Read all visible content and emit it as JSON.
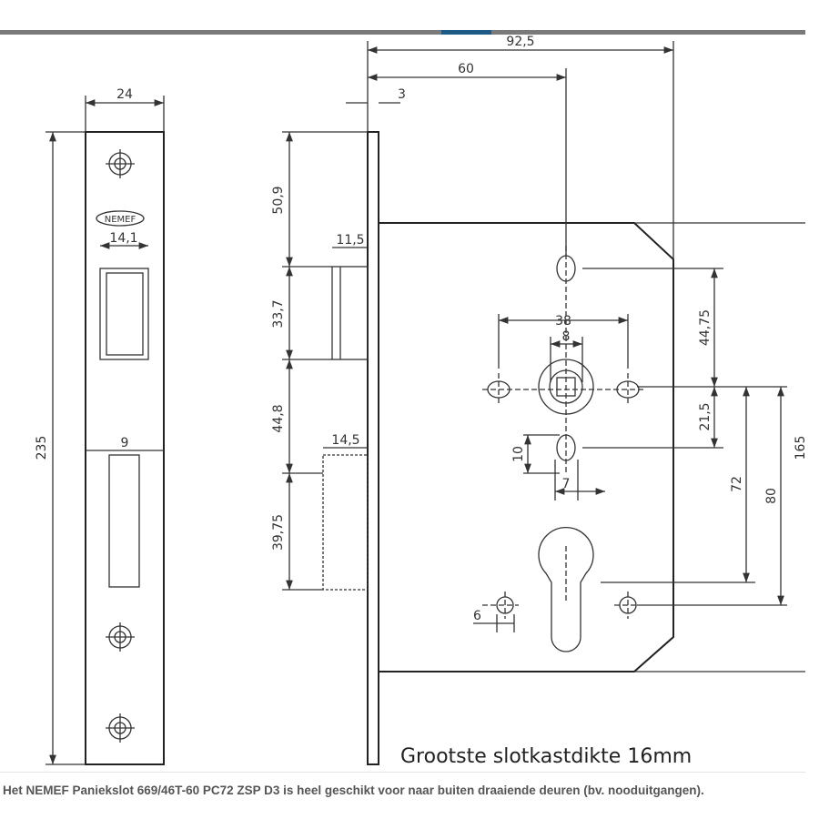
{
  "drawing": {
    "dimensions": {
      "overall_width": "92,5",
      "backset": "60",
      "plate_thickness": "3",
      "faceplate_width": "24",
      "faceplate_height": "235",
      "latch_width": "14,1",
      "bolt_width": "9",
      "top_to_latch": "50,9",
      "latch_height": "33,7",
      "latch_to_bolt": "44,8",
      "bolt_height": "39,75",
      "latch_projection": "11,5",
      "bolt_projection": "14,5",
      "spindle_holes": "38",
      "spindle_square": "8",
      "upper_hole_distance": "44,75",
      "spindle_to_slot": "21,5",
      "slot_height": "10",
      "slot_width": "7",
      "cylinder_distance": "72",
      "screw_distance": "80",
      "case_height": "165",
      "small_hole": "6"
    },
    "logo_text": "NEMEF",
    "note": "Grootste slotkastdikte 16mm"
  },
  "caption": "Het NEMEF Paniekslot 669/46T-60 PC72 ZSP D3 is heel geschikt voor naar buiten draaiende deuren (bv. nooduitgangen).",
  "colors": {
    "accent": "#1d5a86",
    "bar": "#7a7a7a"
  }
}
